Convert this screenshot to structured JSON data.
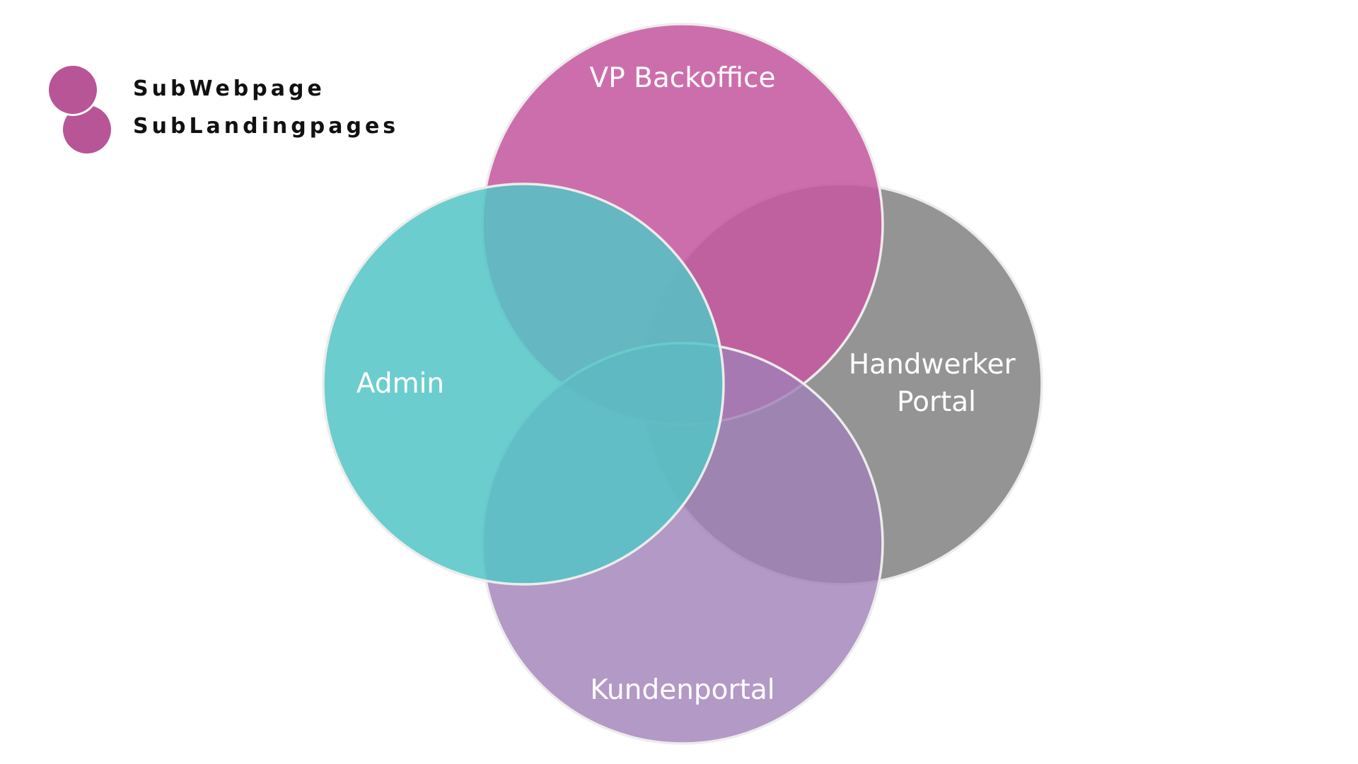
{
  "logo": {
    "line1": "SubWebpage",
    "line2": "SubLandingpages",
    "color": "#b85597"
  },
  "diagram": {
    "circles": [
      {
        "id": "admin",
        "label_lines": [
          "Admin"
        ],
        "color": "#52c4c6"
      },
      {
        "id": "vp-backoffice",
        "label_lines": [
          "VP Backoffice"
        ],
        "color": "#c65aa0"
      },
      {
        "id": "handwerker-portal",
        "label_lines": [
          "Handwerker",
          "Portal"
        ],
        "color": "#7d7d7d"
      },
      {
        "id": "kundenportal",
        "label_lines": [
          "Kundenportal"
        ],
        "color": "#a07fb6"
      }
    ],
    "outline_color": "#ececec"
  }
}
